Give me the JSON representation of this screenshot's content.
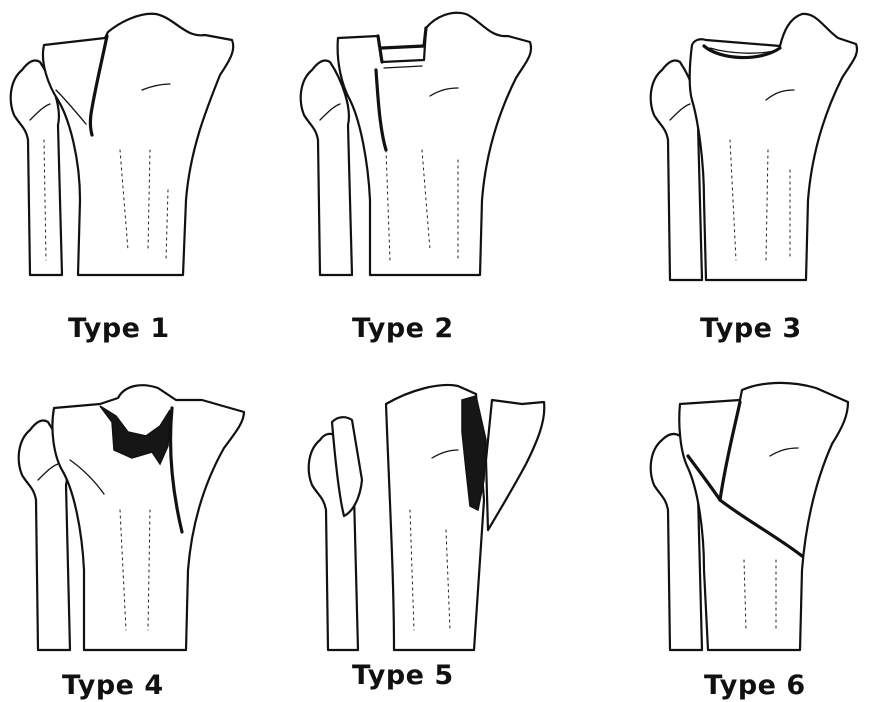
{
  "panels": [
    {
      "label": "Type 1"
    },
    {
      "label": "Type 2"
    },
    {
      "label": "Type 3"
    },
    {
      "label": "Type 4"
    },
    {
      "label": "Type 5"
    },
    {
      "label": "Type 6"
    }
  ]
}
